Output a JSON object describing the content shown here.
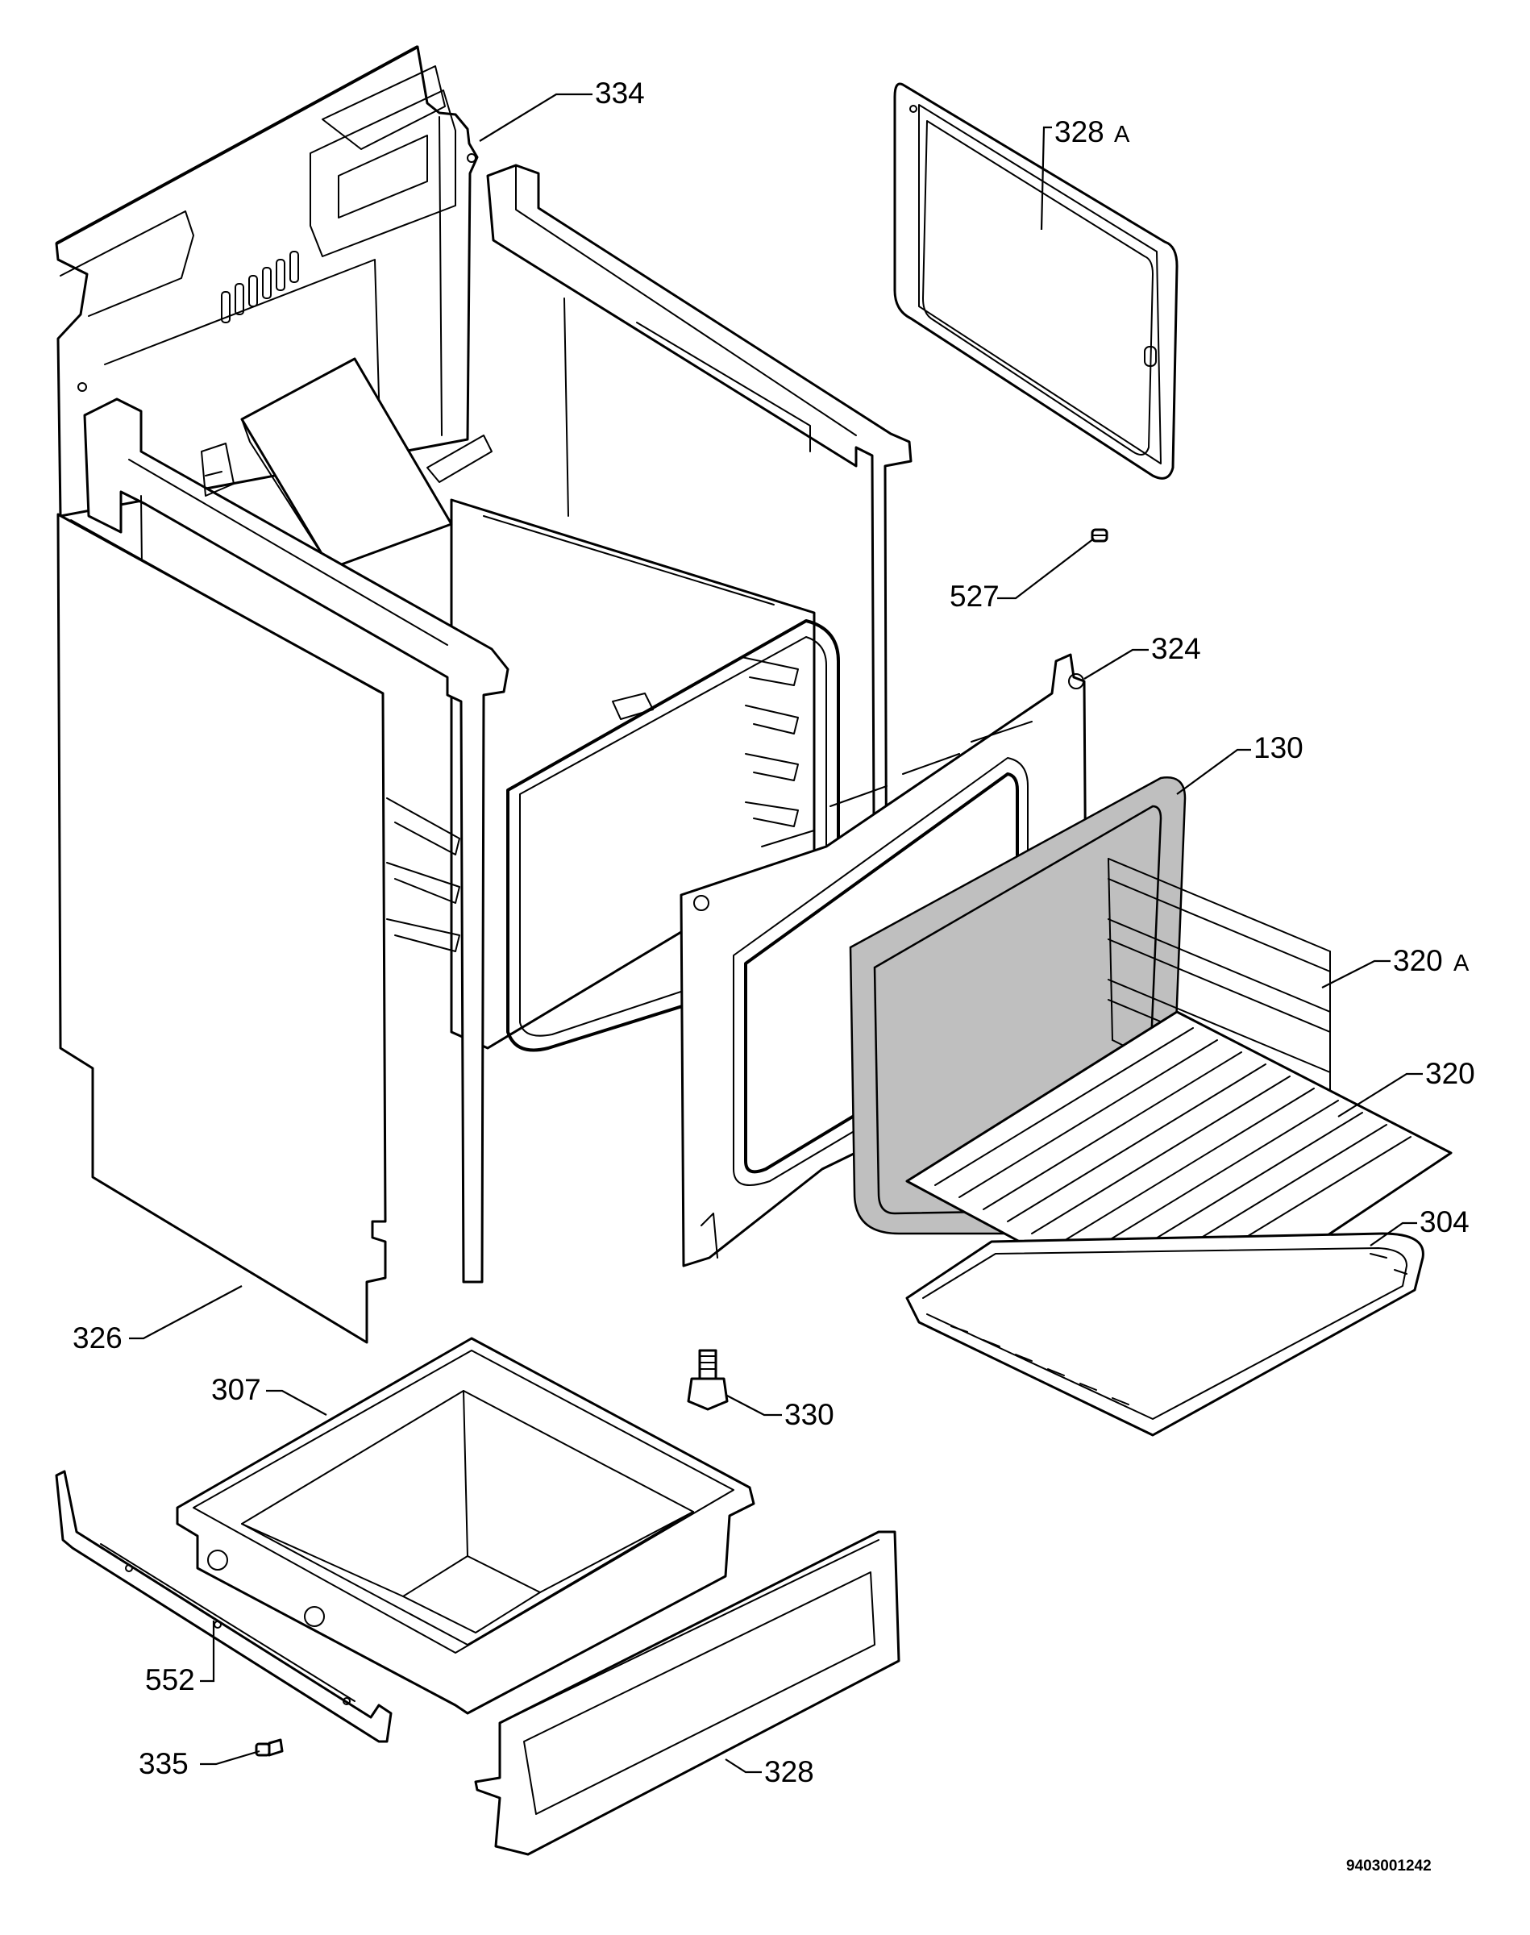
{
  "diagram": {
    "document_number": "9403001242",
    "callouts": [
      {
        "id": "334",
        "number": "334",
        "suffix": ""
      },
      {
        "id": "328a",
        "number": "328",
        "suffix": "A"
      },
      {
        "id": "527",
        "number": "527",
        "suffix": ""
      },
      {
        "id": "324",
        "number": "324",
        "suffix": ""
      },
      {
        "id": "130",
        "number": "130",
        "suffix": ""
      },
      {
        "id": "320a",
        "number": "320",
        "suffix": "A"
      },
      {
        "id": "320",
        "number": "320",
        "suffix": ""
      },
      {
        "id": "304",
        "number": "304",
        "suffix": ""
      },
      {
        "id": "326",
        "number": "326",
        "suffix": ""
      },
      {
        "id": "307",
        "number": "307",
        "suffix": ""
      },
      {
        "id": "330",
        "number": "330",
        "suffix": ""
      },
      {
        "id": "552",
        "number": "552",
        "suffix": ""
      },
      {
        "id": "335",
        "number": "335",
        "suffix": ""
      },
      {
        "id": "328",
        "number": "328",
        "suffix": ""
      }
    ]
  }
}
